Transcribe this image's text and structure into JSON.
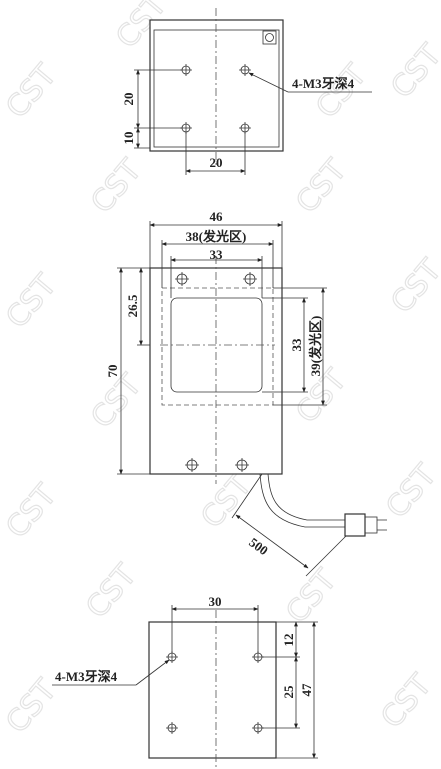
{
  "watermark": "CST",
  "top_view": {
    "hole_note": "4-M3牙深4",
    "dim_vertical_spacing": "20",
    "dim_edge_offset": "10",
    "dim_horizontal_spacing": "20"
  },
  "front_view": {
    "dim_width": "46",
    "dim_emitting_width": "38(发光区)",
    "dim_window_width": "33",
    "dim_height": "70",
    "dim_top_offset": "26.5",
    "dim_window_height": "33",
    "dim_emitting_height": "39(发光区)",
    "dim_cable_length": "500"
  },
  "bottom_view": {
    "hole_note": "4-M3牙深4",
    "dim_hole_spacing_x": "30",
    "dim_top_offset": "12",
    "dim_hole_spacing_y": "25",
    "dim_height": "47"
  }
}
